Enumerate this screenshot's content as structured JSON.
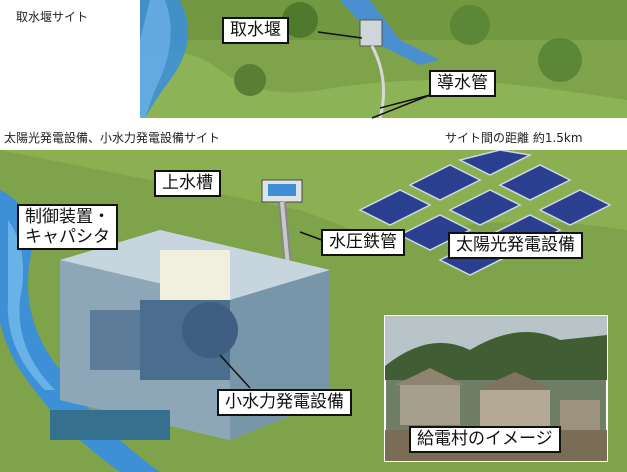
{
  "site_labels": {
    "intake_site": "取水堰サイト",
    "power_site": "太陽光発電設備、小水力発電設備サイト",
    "distance": "サイト間の距離 約1.5km"
  },
  "callouts": {
    "intake_weir": "取水堰",
    "headrace": "導水管",
    "head_tank": "上水槽",
    "control_line1": "制御装置・",
    "control_line2": "キャパシタ",
    "penstock": "水圧鉄管",
    "solar": "太陽光発電設備",
    "hydro": "小水力発電設備",
    "village": "給電村のイメージ"
  },
  "colors": {
    "grass": "#7fa34a",
    "river": "#3d8fd6",
    "panel": "#2a3f8f"
  }
}
